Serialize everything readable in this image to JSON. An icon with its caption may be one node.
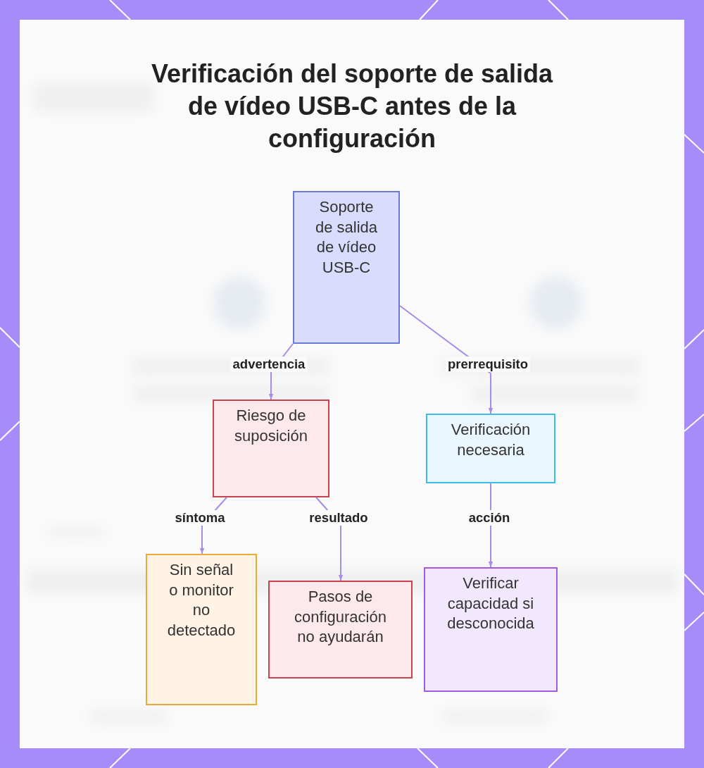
{
  "diagram": {
    "title": "Verificación del soporte de salida de vídeo USB-C antes de la configuración",
    "nodes": [
      {
        "text": [
          "Soporte de salida de vídeo USB-C"
        ]
      },
      {
        "text": [
          "Riesgo de suposición"
        ]
      },
      {
        "text": [
          "Verificación necesaria"
        ]
      },
      {
        "text": [
          "Sin señal o monitor no detectado"
        ]
      },
      {
        "text": [
          "Pasos de configuración no ayudarán"
        ]
      },
      {
        "text": [
          "Verificar capacidad si desconocida"
        ]
      }
    ],
    "edges": [
      {
        "from": 0,
        "to": 1,
        "arrow": "to",
        "label": "advertencia"
      },
      {
        "from": 0,
        "to": 2,
        "arrow": "to",
        "label": "prerrequisito"
      },
      {
        "from": 1,
        "to": 3,
        "arrow": "to",
        "label": "síntoma"
      },
      {
        "from": 1,
        "to": 4,
        "arrow": "to",
        "label": "resultado"
      },
      {
        "from": 2,
        "to": 5,
        "arrow": "to",
        "label": "acción"
      }
    ]
  }
}
